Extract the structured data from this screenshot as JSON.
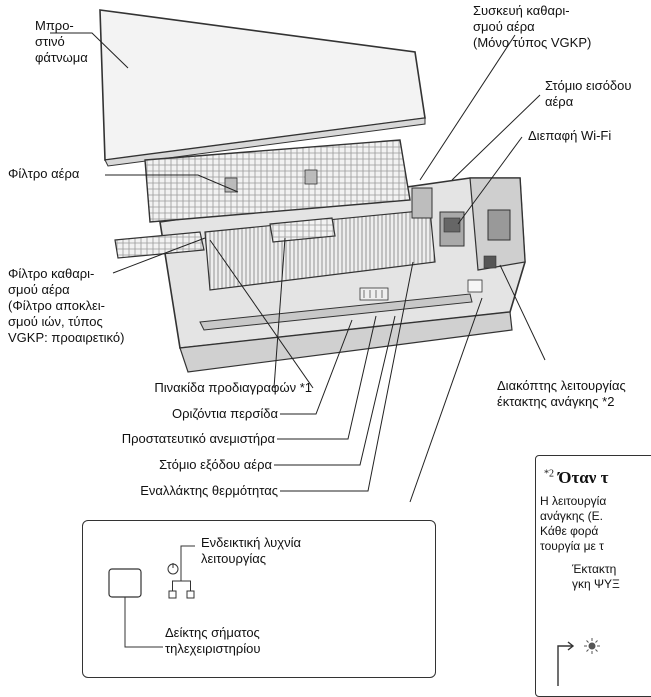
{
  "labels": {
    "front_panel": [
      "Μπρο-",
      "στινό",
      "φάτνωμα"
    ],
    "air_cleaning_unit": [
      "Συσκευή καθαρι-",
      "σμού αέρα",
      "(Μόνο τύπος VGKP)"
    ],
    "air_inlet": [
      "Στόμιο εισόδου",
      "αέρα"
    ],
    "wifi_interface": "Διεπαφή Wi-Fi",
    "air_filter": "Φίλτρο αέρα",
    "air_cleaning_filter": [
      "Φίλτρο καθαρι-",
      "σμού αέρα",
      "(Φίλτρο αποκλει-",
      "σμού ιών, τύπος",
      "VGKP: προαιρετικό)"
    ],
    "spec_plate": "Πινακίδα προδιαγραφών *1",
    "horizontal_louver": "Οριζόντια περσίδα",
    "fan_guard": "Προστατευτικό ανεμιστήρα",
    "air_outlet": "Στόμιο εξόδου αέρα",
    "heat_exchanger": "Εναλλάκτης θερμότητας",
    "emergency_switch": [
      "Διακόπτης λειτουργίας",
      "έκτακτης ανάγκης *2"
    ]
  },
  "inset": {
    "operation_lamp": [
      "Ενδεικτική λυχνία",
      "λειτουργίας"
    ],
    "remote_receiver": [
      "Δείκτης σήματος",
      "τηλεχειριστηρίου"
    ]
  },
  "note": {
    "mark": "*2",
    "heading": "Όταν τ",
    "lines": [
      "Η λειτουργία",
      "ανάγκης (Ε.",
      "Κάθε φορά",
      "τουργία με τ"
    ],
    "sub": [
      "Έκτακτη",
      "γκη ΨΥΞ"
    ]
  }
}
